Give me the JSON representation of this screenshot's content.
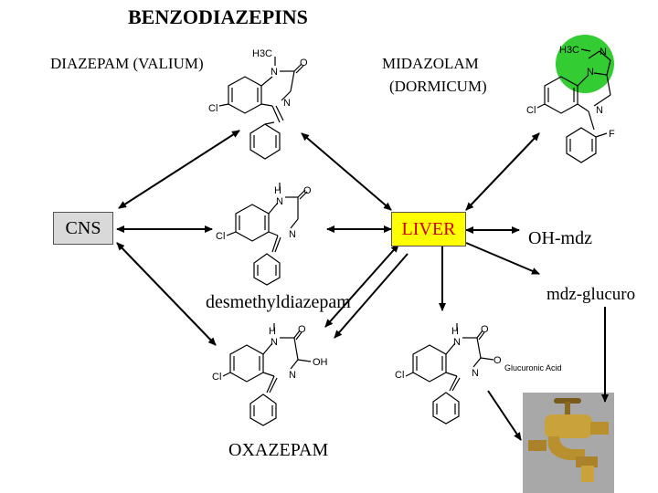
{
  "title": "BENZODIAZEPINS",
  "drugs": {
    "diazepam_label": "DIAZEPAM (VALIUM)",
    "midazolam_label_line1": "MIDAZOLAM",
    "midazolam_label_line2": "(DORMICUM)"
  },
  "nodes": {
    "cns": "CNS",
    "liver": "LIVER",
    "oh_mdz": "OH-mdz",
    "mdz_glucuro": "mdz-glucuro",
    "desmethyldiazepam": "desmethyldiazepam",
    "oxazepam": "OXAZEPAM"
  },
  "atoms": {
    "h3c": "H3C",
    "n": "N",
    "o": "O",
    "cl": "Cl",
    "h": "H",
    "f": "F",
    "oh": "OH",
    "glucuronic_acid": "Glucuronic Acid"
  },
  "colors": {
    "liver_fill": "#ffff00",
    "liver_text": "#cc0000",
    "cns_fill": "#d9d9d9",
    "imidazole_highlight": "#33cc33"
  },
  "icons": [
    "water-tap-icon"
  ]
}
